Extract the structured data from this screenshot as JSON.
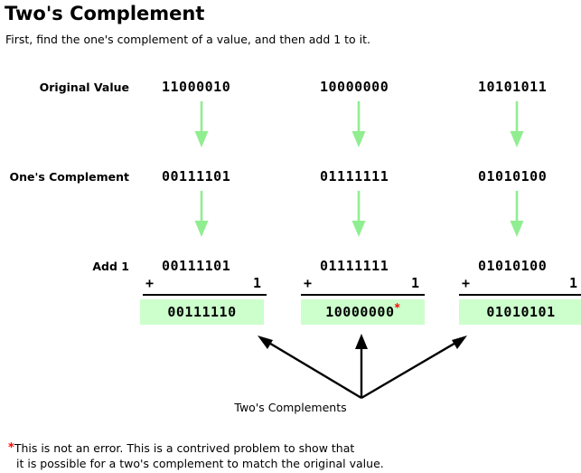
{
  "title": "Two's Complement",
  "subtitle": "First, find the one's complement of a value, and then add 1 to it.",
  "colors": {
    "highlight_green": "#ccffcc",
    "arrow_green": "#90ee90",
    "asterisk_red": "#ff0000",
    "text_black": "#000000",
    "background": "#ffffff"
  },
  "rows": {
    "original_label": "Original Value",
    "ones_label": "One's Complement",
    "add1_label": "Add 1"
  },
  "columns": [
    {
      "original_value": "11000010",
      "ones_complement": "00111101",
      "add1_operand": "00111101",
      "addend_sign": "+",
      "addend_value": "1",
      "result": "00111110",
      "result_has_asterisk": false
    },
    {
      "original_value": "10000000",
      "ones_complement": "01111111",
      "add1_operand": "01111111",
      "addend_sign": "+",
      "addend_value": "1",
      "result": "10000000",
      "result_has_asterisk": true,
      "result_asterisk": "*"
    },
    {
      "original_value": "10101011",
      "ones_complement": "01010100",
      "add1_operand": "01010100",
      "addend_sign": "+",
      "addend_value": "1",
      "result": "01010101",
      "result_has_asterisk": false
    }
  ],
  "annotation": {
    "caption": "Two's Complements",
    "arrow_count": 3
  },
  "footnote": {
    "marker": "*",
    "line1": "This is not an error. This is a contrived problem to show that",
    "line2": "it is possible for a two's complement to match the original value."
  }
}
